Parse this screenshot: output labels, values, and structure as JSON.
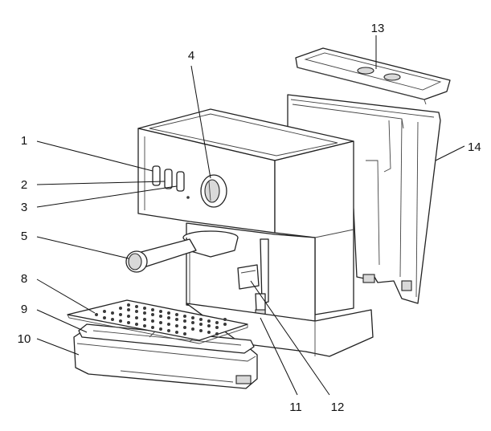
{
  "callouts": [
    {
      "id": "1",
      "label": "1"
    },
    {
      "id": "2",
      "label": "2"
    },
    {
      "id": "3",
      "label": "3"
    },
    {
      "id": "4",
      "label": "4"
    },
    {
      "id": "5",
      "label": "5"
    },
    {
      "id": "8",
      "label": "8"
    },
    {
      "id": "9",
      "label": "9"
    },
    {
      "id": "10",
      "label": "10"
    },
    {
      "id": "11",
      "label": "11"
    },
    {
      "id": "12",
      "label": "12"
    },
    {
      "id": "13",
      "label": "13"
    },
    {
      "id": "14",
      "label": "14"
    }
  ]
}
